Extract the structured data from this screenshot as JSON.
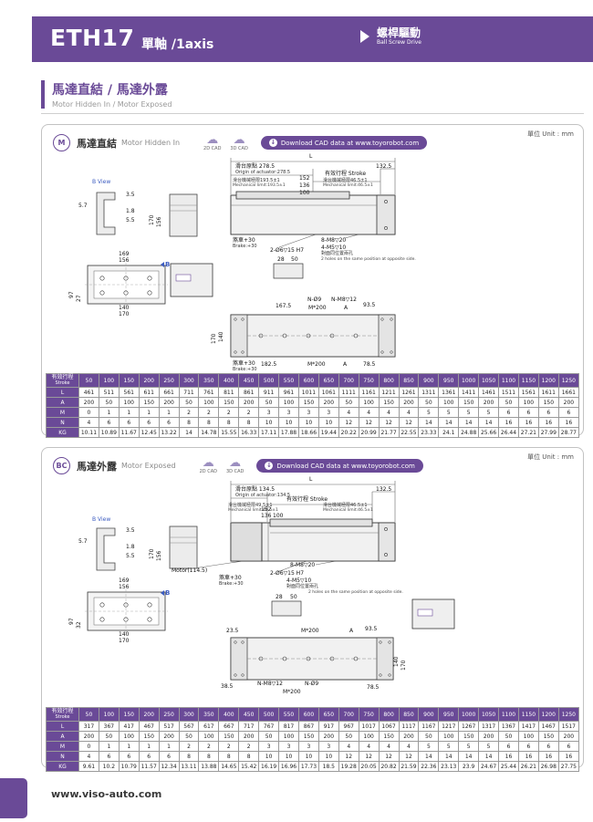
{
  "header": {
    "model": "ETH17",
    "subtitle": "單軸 /1axis",
    "drive_cn": "螺桿驅動",
    "drive_en": "Ball Screw Drive"
  },
  "section": {
    "title_cn": "馬達直結 / 馬達外露",
    "title_en": "Motor Hidden In / Motor Exposed"
  },
  "footer": {
    "url": "www.viso-auto.com"
  },
  "panels": [
    {
      "badge": "M",
      "name_cn": "馬達直結",
      "name_en": "Motor Hidden In",
      "cad2d": "2D CAD",
      "cad3d": "3D CAD",
      "download": "Download CAD data at www.toyorobot.com",
      "unit": "單位 Unit : mm",
      "dims": {
        "L": "L",
        "origin_cn": "滑台原點 278.5",
        "origin_en": "Origin of actuator:278.5",
        "stroke_label": "有效行程 Stroke",
        "d132_5": "132.5",
        "mech_left_cn": "滑台機械極限193.5±1",
        "mech_left_en": "Mechanical limit:193.5±1",
        "mech_right_cn": "滑台機械極限46.5±1",
        "mech_right_en": "Mechanical limit:46.5±1",
        "d152": "152",
        "d136": "136",
        "d100": "100",
        "b_view": "B View",
        "b_mark": "B",
        "d3_5": "3.5",
        "d1_8": "1.8",
        "d5_5": "5.5",
        "d5_7": "5.7",
        "d170_side": "170",
        "d156_side": "156",
        "brake1_cn": "煞車+30",
        "brake1_en": "Brake:+30",
        "hole_a": "2-Ø6▽15 H7",
        "hole_b": "8-M8▽20",
        "hole_c1": "4-M5▽10",
        "hole_c2": "對面同位置兩孔",
        "hole_c3": "2 holes on the same position at opposite side.",
        "d28": "28",
        "d50": "50",
        "d169": "169",
        "d156_bottom": "156",
        "d140_bottom": "140",
        "d170_bottom": "170",
        "d97": "97",
        "d27": "27",
        "d167_5": "167.5",
        "n_dia9": "N-Ø9",
        "n_m8": "N-M8▽12",
        "m200_top": "M*200",
        "a_top": "A",
        "d93_5": "93.5",
        "d170_plan": "170",
        "d140_plan": "140",
        "brake2_cn": "煞車+30",
        "brake2_en": "Brake:+30",
        "d182_5": "182.5",
        "m200_bottom": "M*200",
        "a_bottom": "A",
        "d78_5": "78.5"
      },
      "table": {
        "header_cn": "有效行程",
        "header_en": "Stroke",
        "strokes": [
          "50",
          "100",
          "150",
          "200",
          "250",
          "300",
          "350",
          "400",
          "450",
          "500",
          "550",
          "600",
          "650",
          "700",
          "750",
          "800",
          "850",
          "900",
          "950",
          "1000",
          "1050",
          "1100",
          "1150",
          "1200",
          "1250"
        ],
        "rows": [
          {
            "label": "L",
            "values": [
              "461",
              "511",
              "561",
              "611",
              "661",
              "711",
              "761",
              "811",
              "861",
              "911",
              "961",
              "1011",
              "1061",
              "1111",
              "1161",
              "1211",
              "1261",
              "1311",
              "1361",
              "1411",
              "1461",
              "1511",
              "1561",
              "1611",
              "1661"
            ]
          },
          {
            "label": "A",
            "values": [
              "200",
              "50",
              "100",
              "150",
              "200",
              "50",
              "100",
              "150",
              "200",
              "50",
              "100",
              "150",
              "200",
              "50",
              "100",
              "150",
              "200",
              "50",
              "100",
              "150",
              "200",
              "50",
              "100",
              "150",
              "200"
            ]
          },
          {
            "label": "M",
            "values": [
              "0",
              "1",
              "1",
              "1",
              "1",
              "2",
              "2",
              "2",
              "2",
              "3",
              "3",
              "3",
              "3",
              "4",
              "4",
              "4",
              "4",
              "5",
              "5",
              "5",
              "5",
              "6",
              "6",
              "6",
              "6"
            ]
          },
          {
            "label": "N",
            "values": [
              "4",
              "6",
              "6",
              "6",
              "6",
              "8",
              "8",
              "8",
              "8",
              "10",
              "10",
              "10",
              "10",
              "12",
              "12",
              "12",
              "12",
              "14",
              "14",
              "14",
              "14",
              "16",
              "16",
              "16",
              "16"
            ]
          },
          {
            "label": "KG",
            "values": [
              "10.11",
              "10.89",
              "11.67",
              "12.45",
              "13.22",
              "14",
              "14.78",
              "15.55",
              "16.33",
              "17.11",
              "17.88",
              "18.66",
              "19.44",
              "20.22",
              "20.99",
              "21.77",
              "22.55",
              "23.33",
              "24.1",
              "24.88",
              "25.66",
              "26.44",
              "27.21",
              "27.99",
              "28.77"
            ]
          }
        ]
      }
    },
    {
      "badge": "BC",
      "name_cn": "馬達外露",
      "name_en": "Motor Exposed",
      "cad2d": "2D CAD",
      "cad3d": "3D CAD",
      "download": "Download CAD data at www.toyorobot.com",
      "unit": "單位 Unit : mm",
      "dims": {
        "L": "L",
        "origin_cn": "滑台原點 134.5",
        "origin_en": "Origin of actuator:134.5",
        "stroke_label": "有效行程 Stroke",
        "d132_5": "132.5",
        "mech_left_cn": "滑台機械極限49.5±1",
        "mech_left_en": "Mechanical limit:49.5±1",
        "mech_right_cn": "滑台機械極限46.5±1",
        "mech_right_en": "Mechanical limit:46.5±1",
        "d152": "152",
        "d136": "136",
        "d100": "100",
        "b_view": "B View",
        "b_mark": "B",
        "d3_5": "3.5",
        "d1_8": "1.8",
        "d5_5": "5.5",
        "d5_7": "5.7",
        "d170_side": "170",
        "d156_side": "156",
        "motor": "Motor(114.5)",
        "brake1_cn": "煞車+30",
        "brake1_en": "Brake:+30",
        "hole_a": "2-Ø6▽15 H7",
        "hole_b": "8-M8▽20",
        "hole_c1": "4-M5▽10",
        "hole_c2": "對面同位置兩孔",
        "hole_c3": "2 holes on the same position at opposite side.",
        "d28": "28",
        "d50": "50",
        "d169": "169",
        "d156_bottom": "156",
        "d140_bottom": "140",
        "d170_bottom": "170",
        "d97": "97",
        "d32": "32",
        "d23_5": "23.5",
        "m200_top": "M*200",
        "a_top": "A",
        "d93_5": "93.5",
        "d140_plan": "140",
        "d170_plan": "170",
        "d38_5": "38.5",
        "n_m8": "N-M8▽12",
        "n_dia9": "N-Ø9",
        "m200_bottom": "M*200",
        "d78_5": "78.5"
      },
      "table": {
        "header_cn": "有效行程",
        "header_en": "Stroke",
        "strokes": [
          "50",
          "100",
          "150",
          "200",
          "250",
          "300",
          "350",
          "400",
          "450",
          "500",
          "550",
          "600",
          "650",
          "700",
          "750",
          "800",
          "850",
          "900",
          "950",
          "1000",
          "1050",
          "1100",
          "1150",
          "1200",
          "1250"
        ],
        "rows": [
          {
            "label": "L",
            "values": [
              "317",
              "367",
              "417",
              "467",
              "517",
              "567",
              "617",
              "667",
              "717",
              "767",
              "817",
              "867",
              "917",
              "967",
              "1017",
              "1067",
              "1117",
              "1167",
              "1217",
              "1267",
              "1317",
              "1367",
              "1417",
              "1467",
              "1517"
            ]
          },
          {
            "label": "A",
            "values": [
              "200",
              "50",
              "100",
              "150",
              "200",
              "50",
              "100",
              "150",
              "200",
              "50",
              "100",
              "150",
              "200",
              "50",
              "100",
              "150",
              "200",
              "50",
              "100",
              "150",
              "200",
              "50",
              "100",
              "150",
              "200"
            ]
          },
          {
            "label": "M",
            "values": [
              "0",
              "1",
              "1",
              "1",
              "1",
              "2",
              "2",
              "2",
              "2",
              "3",
              "3",
              "3",
              "3",
              "4",
              "4",
              "4",
              "4",
              "5",
              "5",
              "5",
              "5",
              "6",
              "6",
              "6",
              "6"
            ]
          },
          {
            "label": "N",
            "values": [
              "4",
              "6",
              "6",
              "6",
              "6",
              "8",
              "8",
              "8",
              "8",
              "10",
              "10",
              "10",
              "10",
              "12",
              "12",
              "12",
              "12",
              "14",
              "14",
              "14",
              "14",
              "16",
              "16",
              "16",
              "16"
            ]
          },
          {
            "label": "KG",
            "values": [
              "9.61",
              "10.2",
              "10.79",
              "11.57",
              "12.34",
              "13.11",
              "13.88",
              "14.65",
              "15.42",
              "16.19",
              "16.96",
              "17.73",
              "18.5",
              "19.28",
              "20.05",
              "20.82",
              "21.59",
              "22.36",
              "23.13",
              "23.9",
              "24.67",
              "25.44",
              "26.21",
              "26.98",
              "27.75"
            ]
          }
        ]
      }
    }
  ]
}
